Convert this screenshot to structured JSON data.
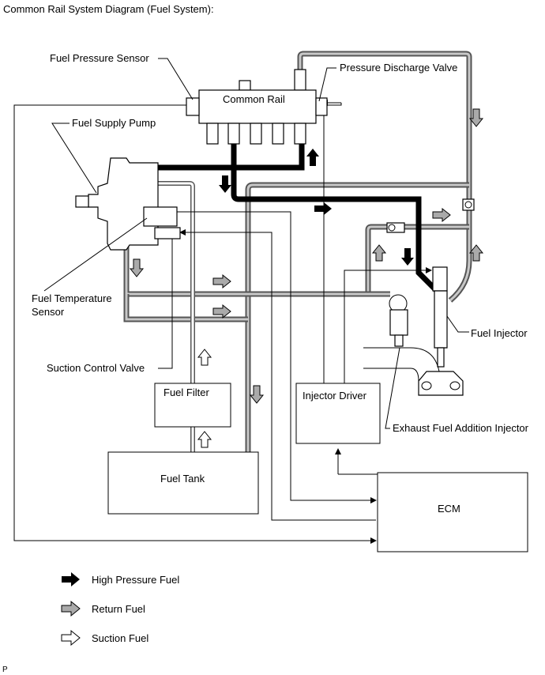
{
  "title": "Common Rail System Diagram (Fuel System):",
  "labels": {
    "fuel_pressure_sensor": "Fuel Pressure Sensor",
    "common_rail": "Common Rail",
    "pressure_discharge_valve": "Pressure Discharge Valve",
    "fuel_supply_pump": "Fuel Supply Pump",
    "fuel_temperature_sensor_1": "Fuel Temperature",
    "fuel_temperature_sensor_2": "Sensor",
    "fuel_injector": "Fuel Injector",
    "suction_control_valve": "Suction Control Valve",
    "fuel_filter": "Fuel Filter",
    "injector_driver": "Injector Driver",
    "exhaust_fuel_addition_injector": "Exhaust Fuel Addition Injector",
    "fuel_tank": "Fuel Tank",
    "ecm": "ECM"
  },
  "legend": [
    {
      "label": "High Pressure Fuel",
      "style": "high-pressure"
    },
    {
      "label": "Return Fuel",
      "style": "return"
    },
    {
      "label": "Suction Fuel",
      "style": "suction"
    }
  ],
  "colors": {
    "high_pressure": "#000000",
    "return": "#aaaaaa",
    "suction": "#ffffff"
  },
  "footer_mark": "P"
}
